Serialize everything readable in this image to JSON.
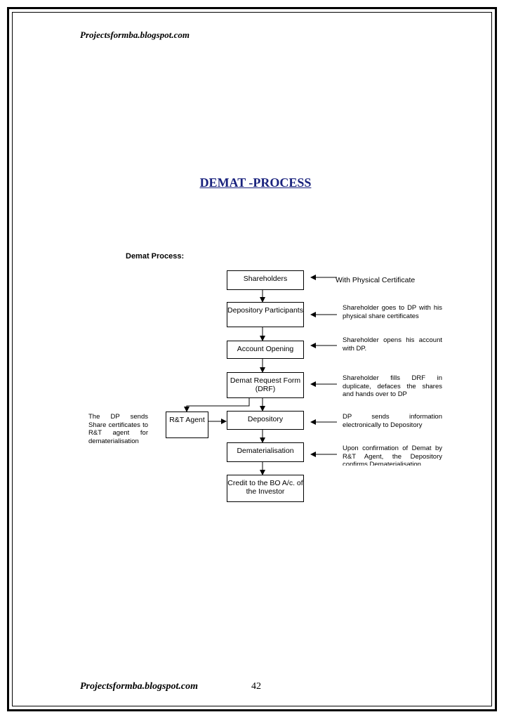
{
  "header": {
    "site": "Projectsformba.blogspot.com"
  },
  "title": "DEMAT -PROCESS",
  "subtitle": "Demat Process:",
  "boxes": {
    "shareholders": "Shareholders",
    "dp": "Depository Participants",
    "account_opening": "Account Opening",
    "drf": "Demat Request Form (DRF)",
    "depository": "Depository",
    "dematerialisation": "Dematerialisation",
    "credit": "Credit to the BO A/c. of the Investor",
    "rt_agent": "R&T Agent"
  },
  "notes": {
    "shareholders": "With Physical Certificate",
    "dp": "Shareholder goes to DP with his physical share certificates",
    "account_opening": "Shareholder opens his account with DP.",
    "drf": "Shareholder fills DRF in duplicate, defaces the shares and hands over to DP",
    "depository": "DP sends information electronically to Depository",
    "dematerialisation": "Upon confirmation of Demat by R&T Agent, the Depository confirms Dematerialisation.",
    "rt_agent": "The DP sends Share certificates to R&T agent for dematerialisation"
  },
  "footer": {
    "site": "Projectsformba.blogspot.com",
    "page": "42"
  }
}
